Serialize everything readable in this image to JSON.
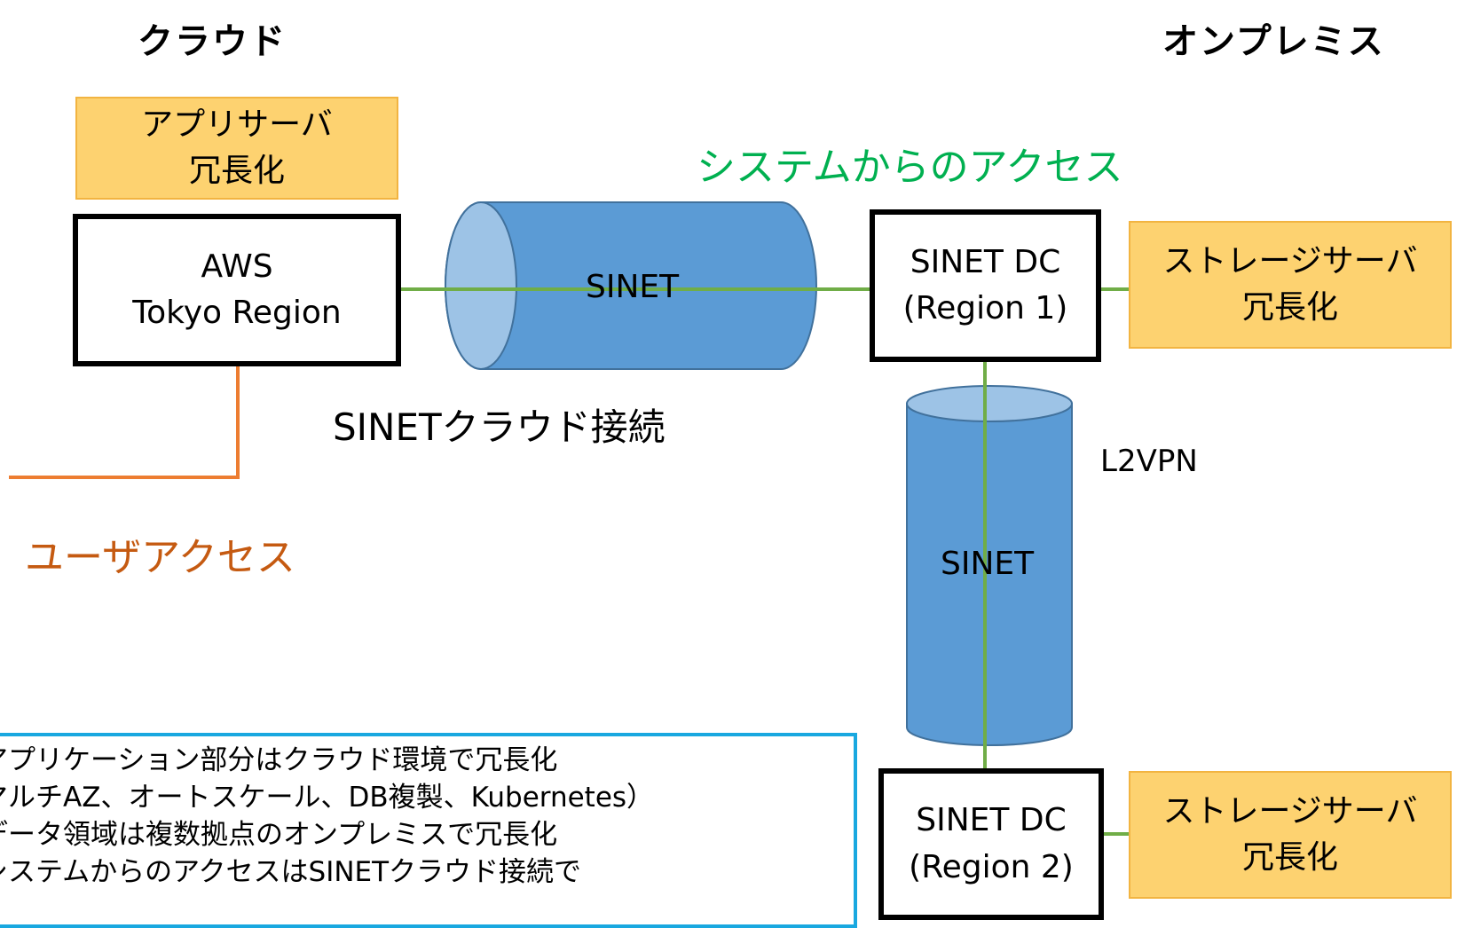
{
  "headings": {
    "cloud": "クラウド",
    "onprem": "オンプレミス"
  },
  "app_server": {
    "line1": "アプリサーバ",
    "line2": "冗長化"
  },
  "aws": {
    "line1": "AWS",
    "line2": "Tokyo Region"
  },
  "sinet_tube_h": "SINET",
  "sinet_tube_v": "SINET",
  "system_access": "システムからのアクセス",
  "sinet_cloud_connect": "SINETクラウド接続",
  "l2vpn": "L2VPN",
  "user_access": "ユーザアクセス",
  "dc1": {
    "line1": "SINET DC",
    "line2": "(Region 1)"
  },
  "dc2": {
    "line1": "SINET DC",
    "line2": "(Region 2)"
  },
  "storage1": {
    "line1": "ストレージサーバ",
    "line2": "冗長化"
  },
  "storage2": {
    "line1": "ストレージサーバ",
    "line2": "冗長化"
  },
  "notes": [
    "アプリケーション部分はクラウド環境で冗長化",
    "マルチAZ、オートスケール、DB複製、Kubernetes）",
    "データ領域は複数拠点のオンプレミスで冗長化",
    "システムからのアクセスはSINETクラウド接続で"
  ],
  "colors": {
    "tube_fill": "#5b9bd5",
    "tube_cap": "#9dc3e6",
    "tube_stroke": "#41719c",
    "link_green": "#70ad47",
    "user_orange": "#ed7d31",
    "system_access_text": "#00b050",
    "user_access_text": "#c55a11",
    "server_fill": "#fdd270",
    "notes_border": "#19a8e0"
  }
}
